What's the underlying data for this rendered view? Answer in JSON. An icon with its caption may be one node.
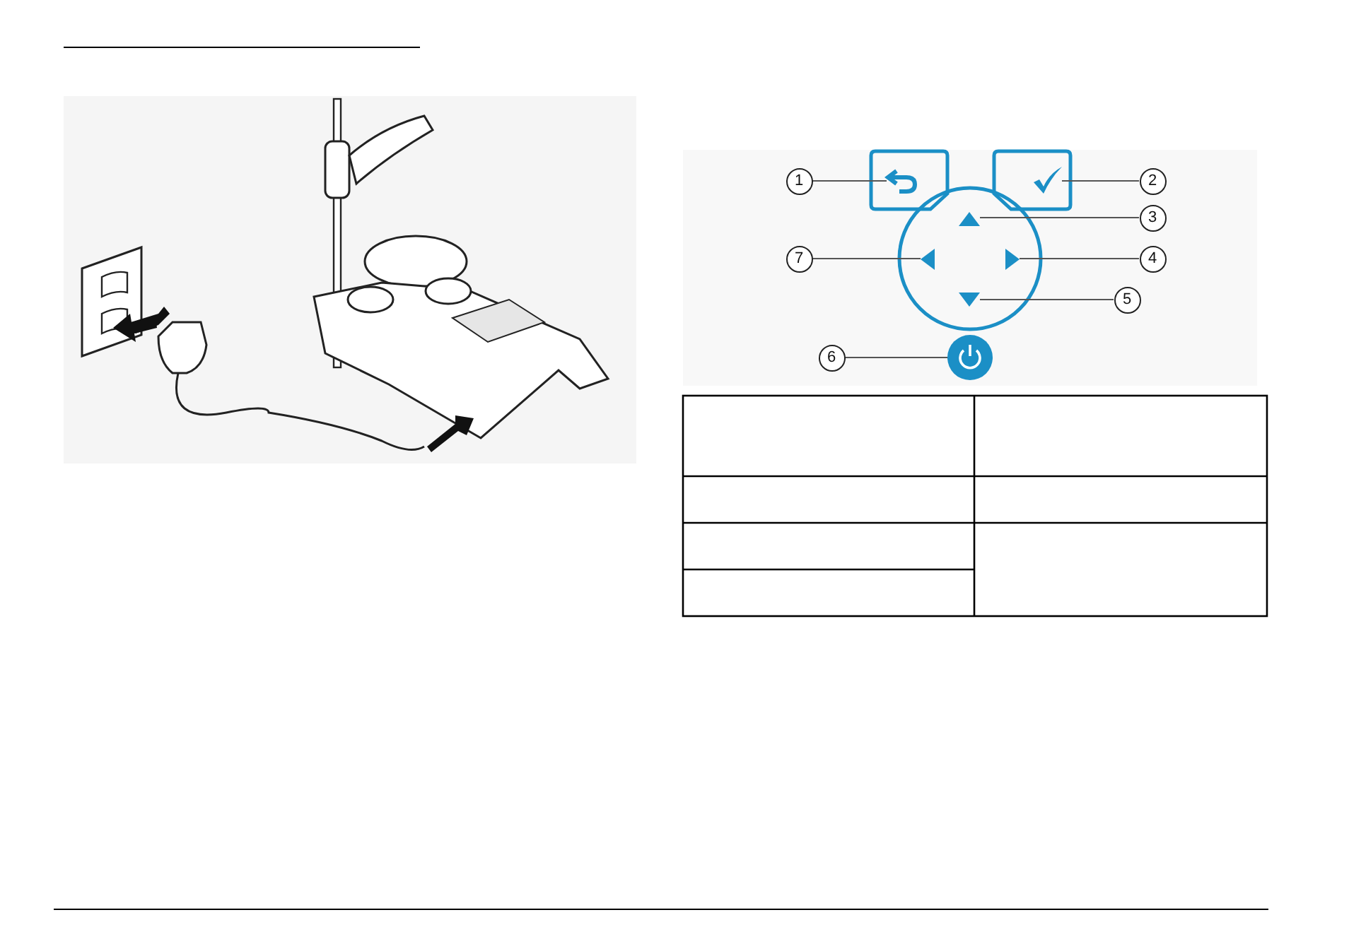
{
  "diagram": {
    "nodes": [
      {
        "text": [
          "1"
        ]
      },
      {
        "text": [
          "2"
        ]
      },
      {
        "text": [
          "3"
        ]
      },
      {
        "text": [
          "4"
        ]
      },
      {
        "text": [
          "5"
        ]
      },
      {
        "text": [
          "6"
        ]
      },
      {
        "text": [
          "7"
        ]
      },
      {
        "text": [],
        "shape": "arrow"
      },
      {
        "text": [],
        "shape": "check"
      },
      {
        "text": [],
        "shape": "triangle-up"
      },
      {
        "text": [],
        "shape": "triangle-right"
      },
      {
        "text": [],
        "shape": "triangle-down"
      },
      {
        "text": [],
        "shape": "triangle-left"
      },
      {
        "text": [],
        "shape": "circle"
      }
    ],
    "edges": [
      {
        "from": 0,
        "to": 7,
        "arrow": "none"
      },
      {
        "from": 1,
        "to": 8,
        "arrow": "none"
      },
      {
        "from": 2,
        "to": 9,
        "arrow": "none"
      },
      {
        "from": 3,
        "to": 10,
        "arrow": "none"
      },
      {
        "from": 4,
        "to": 11,
        "arrow": "none"
      },
      {
        "from": 5,
        "to": 13,
        "arrow": "none"
      },
      {
        "from": 6,
        "to": 12,
        "arrow": "none"
      }
    ]
  }
}
